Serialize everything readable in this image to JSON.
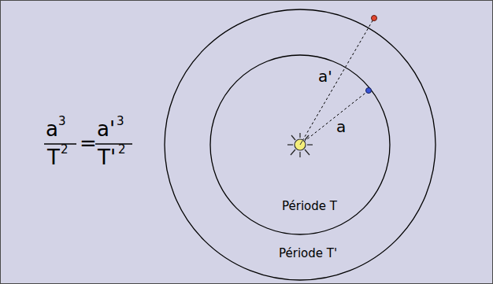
{
  "diagram": {
    "labels": [
      "a",
      "3",
      "T",
      "2",
      "=",
      "a'",
      "3",
      "T'",
      "2",
      "a'",
      "a",
      "Période T",
      "Période T'"
    ]
  }
}
